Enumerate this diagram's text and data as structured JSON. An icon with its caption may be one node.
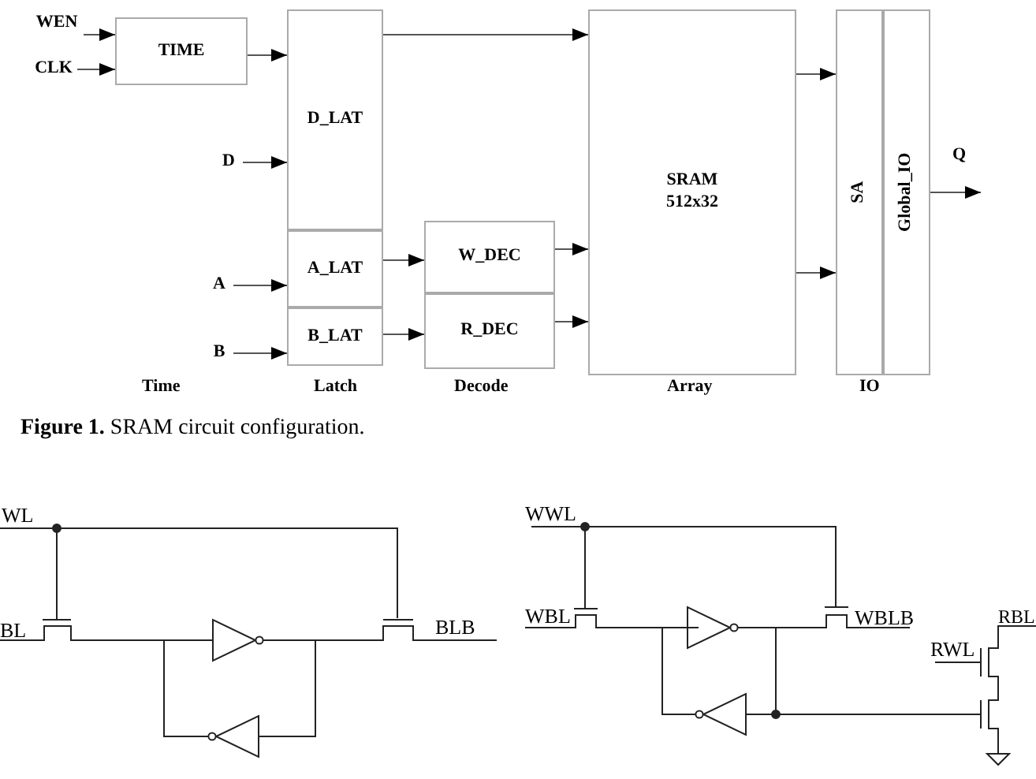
{
  "diagram": {
    "caption": "**Figure 1.** SRAM circuit configuration.",
    "nodes": [
      {
        "text": [
          "WEN"
        ]
      },
      {
        "text": [
          "CLK"
        ]
      },
      {
        "text": [
          "TIME"
        ]
      },
      {
        "text": [
          "D_LAT"
        ]
      },
      {
        "text": [
          "D"
        ]
      },
      {
        "text": [
          "A"
        ]
      },
      {
        "text": [
          "A_LAT"
        ]
      },
      {
        "text": [
          "B"
        ]
      },
      {
        "text": [
          "B_LAT"
        ]
      },
      {
        "text": [
          "W_DEC"
        ]
      },
      {
        "text": [
          "R_DEC"
        ]
      },
      {
        "text": [
          "SRAM 512x32"
        ]
      },
      {
        "text": [
          "SA"
        ]
      },
      {
        "text": [
          "Global_IO"
        ]
      }
    ],
    "edges": [
      {
        "from": 0,
        "to": 2,
        "arrow": "to"
      },
      {
        "from": 1,
        "to": 2,
        "arrow": "to"
      },
      {
        "from": 2,
        "to": 3,
        "arrow": "to"
      },
      {
        "from": 4,
        "to": 3,
        "arrow": "to"
      },
      {
        "from": 5,
        "to": 6,
        "arrow": "to"
      },
      {
        "from": 7,
        "to": 8,
        "arrow": "to"
      },
      {
        "from": 3,
        "to": 11,
        "arrow": "to"
      },
      {
        "from": 6,
        "to": 9,
        "arrow": "to"
      },
      {
        "from": 8,
        "to": 10,
        "arrow": "to"
      },
      {
        "from": 9,
        "to": 11,
        "arrow": "to"
      },
      {
        "from": 10,
        "to": 11,
        "arrow": "to"
      },
      {
        "from": 11,
        "to": 12,
        "arrow": "to"
      },
      {
        "from": 11,
        "to": 12,
        "arrow": "to"
      },
      {
        "from": 13,
        "to": null,
        "arrow": "to"
      }
    ],
    "labels": [
      "Q",
      "Time",
      "Latch",
      "Decode",
      "Array",
      "IO",
      "WL",
      "BL",
      "BLB",
      "WWL",
      "WBL",
      "WBLB",
      "RBL",
      "RWL"
    ]
  }
}
